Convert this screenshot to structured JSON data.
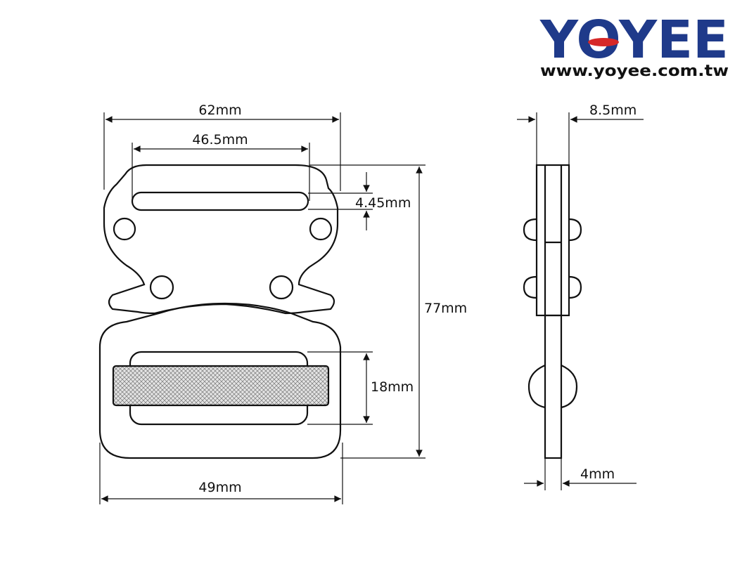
{
  "logo": {
    "brand": "YOYEE",
    "url": "www.yoyee.com.tw",
    "brand_color": "#1f3a8a",
    "accent_color": "#d62828"
  },
  "dimensions": {
    "overall_width": "62mm",
    "slot_width": "46.5mm",
    "slot_height": "4.45mm",
    "overall_height": "77mm",
    "webbing_height": "18mm",
    "base_width": "49mm",
    "thickness": "8.5mm",
    "plate_thickness": "4mm"
  }
}
